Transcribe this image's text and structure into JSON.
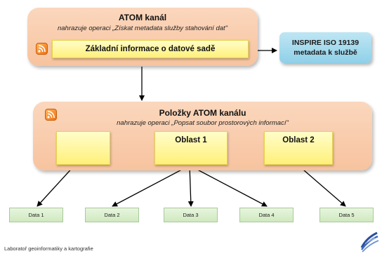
{
  "top_panel": {
    "title": "ATOM kanál",
    "subtitle": "nahrazuje operaci „Získat metadata služby stahování dat\"",
    "box_label": "Základní informace o datové sadě"
  },
  "right_box": {
    "line1": "INSPIRE ISO 19139",
    "line2": "metadata k službě"
  },
  "bottom_panel": {
    "title": "Položky ATOM kanálu",
    "subtitle": "nahrazuje operaci „Popsat soubor prostorových informací\"",
    "box_left_label": "",
    "box_center_label": "Oblast 1",
    "box_right_label": "Oblast 2"
  },
  "data_items": [
    "Data 1",
    "Data 2",
    "Data 3",
    "Data 4",
    "Data 5"
  ],
  "footer": {
    "text": "Laboratoř geoinformatiky a kartografie"
  },
  "colors": {
    "panel": "#f7c39f",
    "yellow_box": "#fff07a",
    "blue_box": "#8fd0e8",
    "data_box": "#cfe9bf",
    "rss": "#f07410"
  }
}
